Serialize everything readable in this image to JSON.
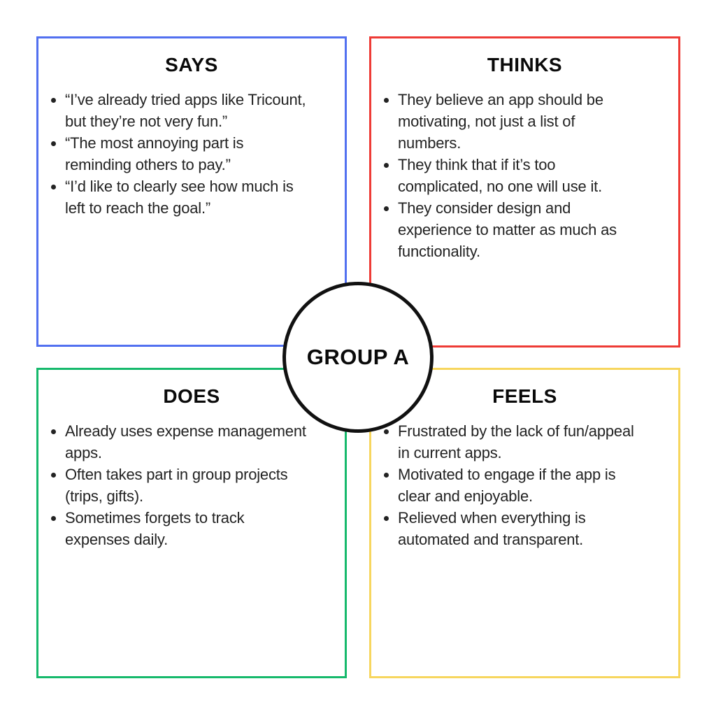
{
  "page": {
    "background": "#ffffff",
    "text_color": "#232323",
    "heading_color": "#0a0a0a"
  },
  "center": {
    "label": "GROUP A",
    "border_color": "#111111",
    "fill_color": "#ffffff"
  },
  "quadrants": [
    {
      "key": "says",
      "title": "SAYS",
      "border_color": "#5270f0",
      "items": [
        {
          "lines": [
            "“I’ve already tried apps like Tricount,",
            "but they’re not very fun.”"
          ]
        },
        {
          "lines": [
            "“The most annoying part is",
            "reminding others to pay.”"
          ]
        },
        {
          "lines": [
            "“I’d like to clearly see how much is",
            "left to reach the goal.”"
          ]
        }
      ]
    },
    {
      "key": "thinks",
      "title": "THINKS",
      "border_color": "#ee3b36",
      "items": [
        {
          "lines": [
            "They believe an app should be",
            "motivating, not just a list of",
            "numbers."
          ]
        },
        {
          "lines": [
            "They think that if it’s too",
            "complicated, no one will use it."
          ]
        },
        {
          "lines": [
            "They consider design and",
            "experience to matter as much as",
            "functionality."
          ]
        }
      ]
    },
    {
      "key": "does",
      "title": "DOES",
      "border_color": "#16b96c",
      "items": [
        {
          "lines": [
            "Already uses expense management",
            "apps."
          ]
        },
        {
          "lines": [
            "Often takes part in group projects",
            "(trips, gifts)."
          ]
        },
        {
          "lines": [
            "Sometimes forgets to track",
            "expenses daily."
          ]
        }
      ]
    },
    {
      "key": "feels",
      "title": "FEELS",
      "border_color": "#f7d65e",
      "items": [
        {
          "lines": [
            "Frustrated by the lack of fun/appeal",
            "in current apps."
          ]
        },
        {
          "lines": [
            "Motivated to engage if the app is",
            "clear and enjoyable."
          ]
        },
        {
          "lines": [
            "Relieved when everything is",
            "automated and transparent."
          ]
        }
      ]
    }
  ]
}
